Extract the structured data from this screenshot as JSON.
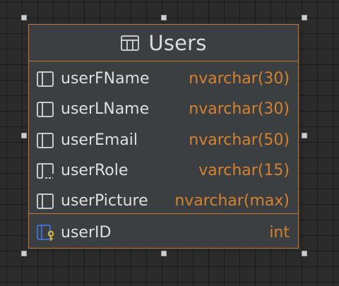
{
  "table": {
    "title": "Users",
    "columns": [
      {
        "name": "userFName",
        "type": "nvarchar(30)",
        "icon": "column-icon"
      },
      {
        "name": "userLName",
        "type": "nvarchar(30)",
        "icon": "column-icon"
      },
      {
        "name": "userEmail",
        "type": "nvarchar(50)",
        "icon": "column-icon"
      },
      {
        "name": "userRole",
        "type": "varchar(15)",
        "icon": "nullable-column-icon"
      },
      {
        "name": "userPicture",
        "type": "nvarchar(max)",
        "icon": "column-icon"
      }
    ],
    "primary_key": {
      "name": "userID",
      "type": "int",
      "icon": "primary-key-column-icon"
    }
  },
  "colors": {
    "border": "#c8782c",
    "type_text": "#d4822f",
    "key": "#e2b33b",
    "pk_column": "#3f6ec8"
  }
}
